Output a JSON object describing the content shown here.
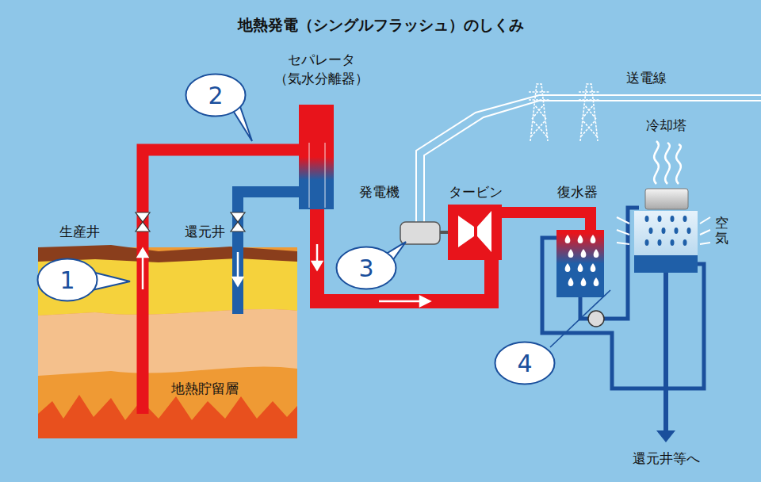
{
  "diagram": {
    "title": "地熱発電（シングルフラッシュ）のしくみ",
    "nodes": [
      {
        "text": [
          "1"
        ]
      },
      {
        "text": [
          "2"
        ]
      },
      {
        "text": [
          "3"
        ]
      },
      {
        "text": [
          "4"
        ]
      }
    ],
    "labels": [
      "生産井",
      "還元井",
      "地熱貯留層",
      "セパレータ （気水分離器）",
      "送電線",
      "発電機",
      "タービン",
      "復水器",
      "冷却塔",
      "空気",
      "還元井等へ"
    ]
  }
}
